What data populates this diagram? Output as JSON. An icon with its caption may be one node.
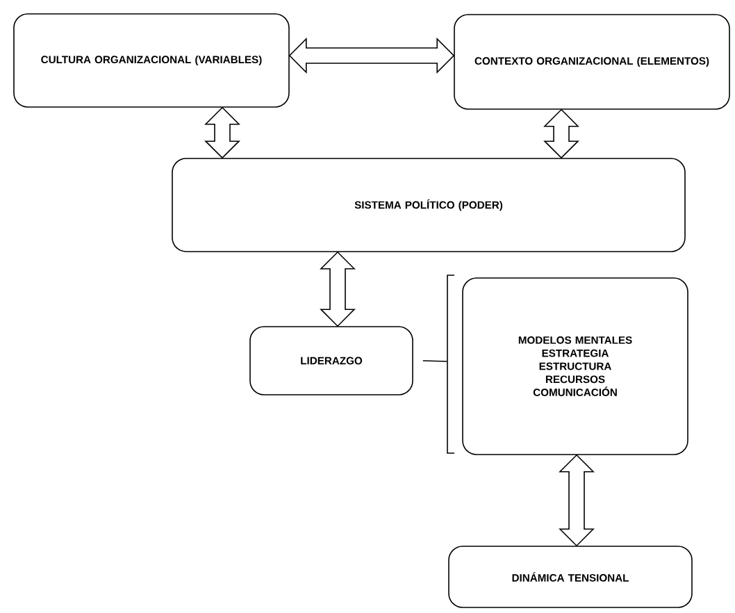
{
  "diagram": {
    "nodes": [
      {
        "text": [
          "CULTURA ORGANIZACIONAL (VARIABLES)"
        ]
      },
      {
        "text": [
          "CONTEXTO ORGANIZACIONAL (ELEMENTOS)"
        ]
      },
      {
        "text": [
          "SISTEMA POLÍTICO (PODER)"
        ]
      },
      {
        "text": [
          "LIDERAZGO"
        ]
      },
      {
        "text": [
          "MODELOS MENTALES",
          "ESTRATEGIA",
          "ESTRUCTURA",
          "RECURSOS",
          "COMUNICACIÓN"
        ]
      },
      {
        "text": [
          "DINÁMICA TENSIONAL"
        ]
      }
    ],
    "edges": [
      {
        "from": 0,
        "to": 1,
        "arrow": "both"
      },
      {
        "from": 0,
        "to": 2,
        "arrow": "both"
      },
      {
        "from": 1,
        "to": 2,
        "arrow": "both"
      },
      {
        "from": 2,
        "to": 3,
        "arrow": "both"
      },
      {
        "from": 3,
        "to": 4,
        "arrow": "none"
      },
      {
        "from": 4,
        "to": 5,
        "arrow": "both"
      }
    ]
  }
}
